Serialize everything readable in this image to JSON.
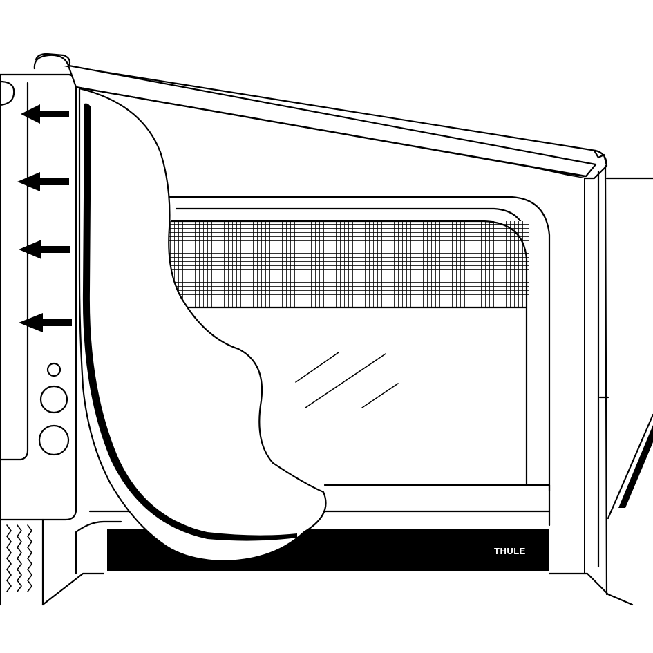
{
  "brand": {
    "logo_text": "THULE",
    "logo_color": "#ffffff"
  },
  "colors": {
    "line": "#000000",
    "background": "#ffffff",
    "mesh": "#000000"
  },
  "arrows": {
    "count": 4,
    "direction": "left",
    "icon": "arrow-left-icon"
  }
}
